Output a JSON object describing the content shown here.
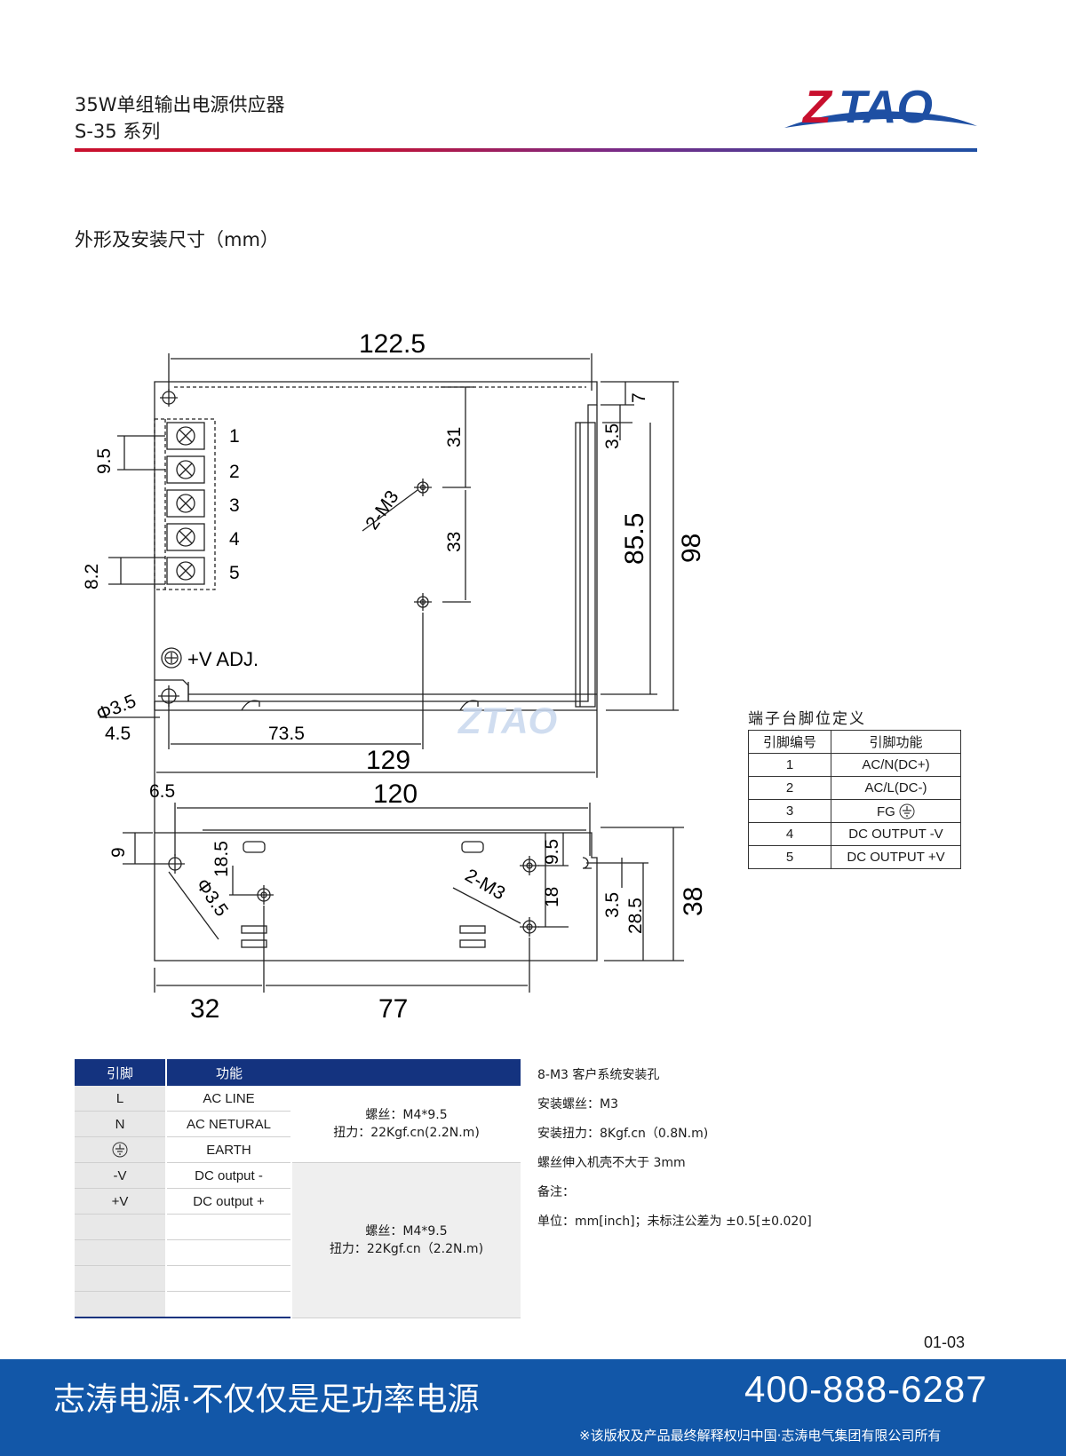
{
  "header": {
    "title": "35W单组输出电源供应器",
    "subtitle": "S-35 系列",
    "logo_text": "ZTAO",
    "logo_colors": {
      "red": "#c8102e",
      "blue": "#1e4fa3"
    }
  },
  "section_title": "外形及安装尺寸（mm）",
  "drawing": {
    "top_view": {
      "width_overall": "122.5",
      "terminal_labels": [
        "1",
        "2",
        "3",
        "4",
        "5"
      ],
      "pitch": "9.5",
      "terminal_width": "8.2",
      "mount_hole_label": "2-M3",
      "dim_31": "31",
      "dim_33": "33",
      "dim_7": "7",
      "dim_3_5": "3.5",
      "dim_85_5": "85.5",
      "dim_98": "98",
      "adj_label": "+V ADJ.",
      "hole_dia": "Φ3.5",
      "dim_4_5": "4.5",
      "dim_73_5": "73.5",
      "dim_129": "129"
    },
    "side_view": {
      "dim_6_5": "6.5",
      "dim_120": "120",
      "dim_9": "9",
      "dim_18_5": "18.5",
      "hole_dia": "Φ3.5",
      "mount_hole_label": "2-M3",
      "dim_9_5": "9.5",
      "dim_18": "18",
      "dim_3_5": "3.5",
      "dim_28_5": "28.5",
      "dim_38": "38",
      "dim_32": "32",
      "dim_77": "77"
    }
  },
  "terminal_table": {
    "title": "端子台脚位定义",
    "headers": [
      "引脚编号",
      "引脚功能"
    ],
    "rows": [
      [
        "1",
        "AC/N(DC+)"
      ],
      [
        "2",
        "AC/L(DC-)"
      ],
      [
        "3",
        "FG"
      ],
      [
        "4",
        "DC OUTPUT -V"
      ],
      [
        "5",
        "DC OUTPUT +V"
      ]
    ]
  },
  "pin_table": {
    "headers": [
      "引脚",
      "功能"
    ],
    "rows": [
      [
        "L",
        "AC LINE"
      ],
      [
        "N",
        "AC NETURAL"
      ],
      [
        "",
        "EARTH"
      ],
      [
        "-V",
        "DC output -"
      ],
      [
        "+V",
        "DC output +"
      ],
      [
        "",
        ""
      ],
      [
        "",
        ""
      ],
      [
        "",
        ""
      ],
      [
        "",
        ""
      ]
    ],
    "merged_1": {
      "line1": "螺丝：M4*9.5",
      "line2": "扭力：22Kgf.cn(2.2N.m)"
    },
    "merged_2": {
      "line1": "螺丝：M4*9.5",
      "line2": "扭力：22Kgf.cn（2.2N.m)"
    },
    "header_color": "#14337f"
  },
  "notes": [
    "8-M3 客户系统安装孔",
    "安装螺丝：M3",
    "安装扭力：8Kgf.cn（0.8N.m)",
    "螺丝伸入机壳不大于 3mm",
    "备注：",
    "单位：mm[inch]；未标注公差为 ±0.5[±0.020]"
  ],
  "page_number": "01-03",
  "footer": {
    "slogan": "志涛电源·不仅仅是足功率电源",
    "phone": "400-888-6287",
    "copyright": "※该版权及产品最终解释权归中国·志涛电气集团有限公司所有",
    "bg_color": "#1257a8"
  }
}
